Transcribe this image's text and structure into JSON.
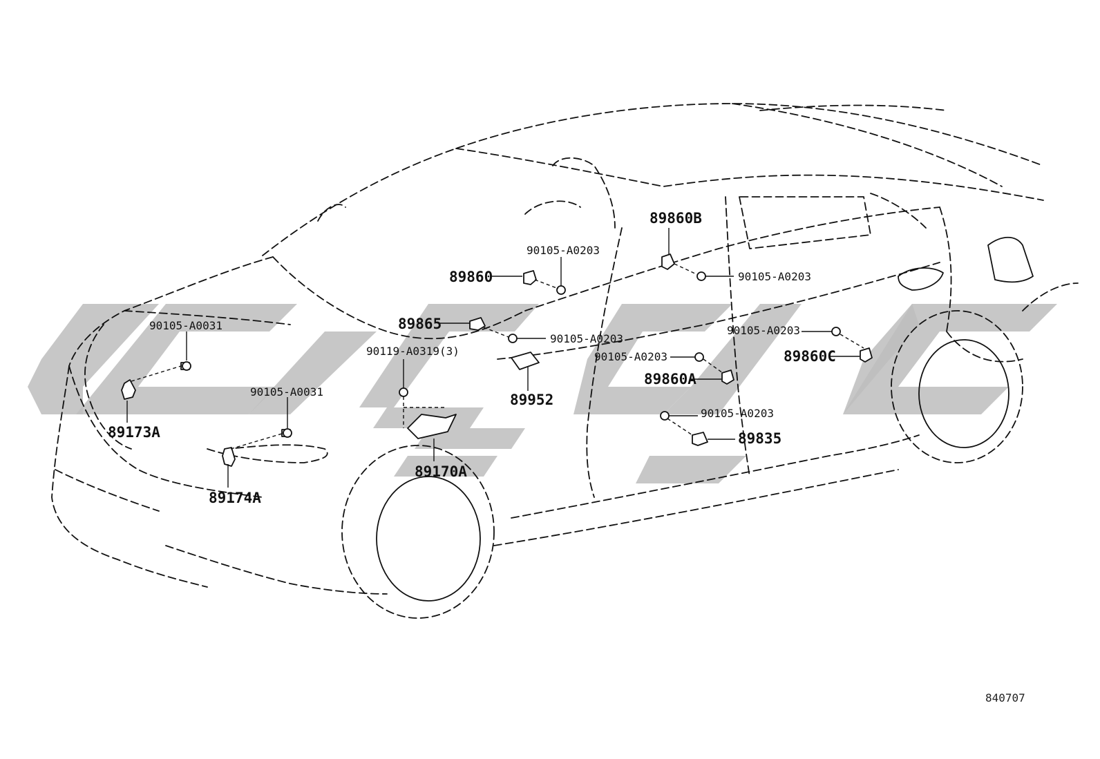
{
  "labels": {
    "p89860B": "89860B",
    "p89860": "89860",
    "p89865": "89865",
    "p89952": "89952",
    "p89860A": "89860A",
    "p89860C": "89860C",
    "p89835": "89835",
    "p89170A": "89170A",
    "p89173A": "89173A",
    "p89174A": "89174A",
    "b1": "90105-A0203",
    "b2": "90105-A0203",
    "b3": "90105-A0203",
    "b4": "90105-A0203",
    "b5": "90105-A0203",
    "b6": "90105-A0203",
    "b7": "90105-A0031",
    "b8": "90105-A0031",
    "b9": "90119-A0319(3)"
  },
  "diagram_code": "840707",
  "colors": {
    "line": "#111111",
    "watermark": "#bdbdbd",
    "background": "#ffffff"
  }
}
